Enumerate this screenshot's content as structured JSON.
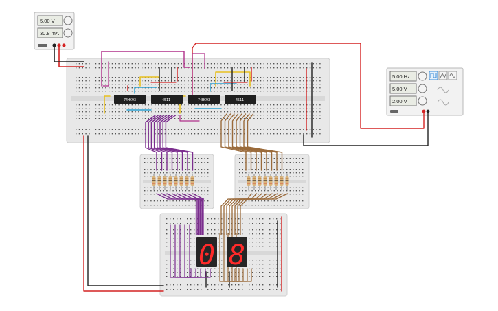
{
  "power_supply": {
    "voltage": "5.00 V",
    "current": "30.8 mA"
  },
  "function_generator": {
    "frequency": "5.00 Hz",
    "amplitude": "5.00 V",
    "offset": "2.00 V",
    "waveforms": [
      "square-wave-icon",
      "triangle-wave-icon",
      "sine-wave-icon"
    ]
  },
  "chips": [
    {
      "label": "74HC93"
    },
    {
      "label": "4511"
    },
    {
      "label": "74HC93"
    },
    {
      "label": "4511"
    }
  ],
  "displays": [
    {
      "digit": "0"
    },
    {
      "digit": "8"
    }
  ],
  "colors": {
    "breadboard": "#e8e8e8",
    "wire_red": "#d42222",
    "wire_black": "#222222",
    "wire_purple": "#7b2d8e",
    "wire_brown": "#9a6a3a",
    "wire_magenta": "#b0308a",
    "wire_yellow": "#e8c020",
    "wire_blue": "#2aa0d0",
    "segment_on": "#ff2a2a"
  }
}
